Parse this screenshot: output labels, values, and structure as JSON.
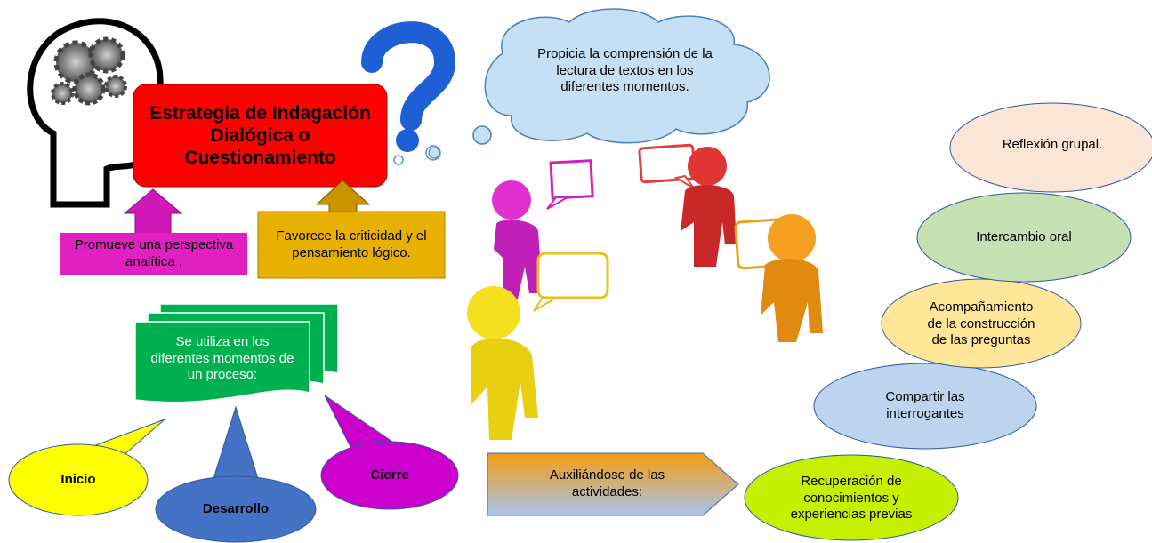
{
  "title": {
    "text": "Estrategia de Indagación Dialógica o Cuestionamiento"
  },
  "benefits": [
    {
      "text": "Promueve una perspectiva analítica ."
    },
    {
      "text": "Favorece la criticidad y el pensamiento lógico."
    }
  ],
  "cloud": {
    "text": "Propicia la comprensión de la lectura de textos en los diferentes momentos."
  },
  "usage": {
    "text": "Se utiliza en los diferentes momentos de un proceso:"
  },
  "moments": [
    {
      "label": "Inicio"
    },
    {
      "label": "Desarrollo"
    },
    {
      "label": "Cierre"
    }
  ],
  "arrow": {
    "text": "Auxiliándose de las actividades:"
  },
  "activities": [
    {
      "label": "Recuperación de conocimientos y experiencias previas"
    },
    {
      "label": "Compartir las interrogantes"
    },
    {
      "label": "Acompañamiento de la construcción de las preguntas"
    },
    {
      "label": "Intercambio oral"
    },
    {
      "label": "Reflexión grupal."
    }
  ],
  "colors": {
    "title_fill": "#ff0000",
    "benefit1_fill": "#e020c0",
    "benefit2_fill": "#e8b000",
    "cloud_fill": "#c5e0f5",
    "usage_fill": "#00b050",
    "inicio_fill": "#ffff00",
    "desarrollo_fill": "#4472c4",
    "cierre_fill": "#cc00cc",
    "activity1_fill": "#c6f000",
    "activity2_fill": "#bdd4ee",
    "activity3_fill": "#ffe699",
    "activity4_fill": "#c5e0b3",
    "activity5_fill": "#fbe5d6",
    "question_mark": "#1f5fd6"
  },
  "icons": [
    "head-gears-icon",
    "question-mark-icon",
    "people-speech-icon"
  ]
}
